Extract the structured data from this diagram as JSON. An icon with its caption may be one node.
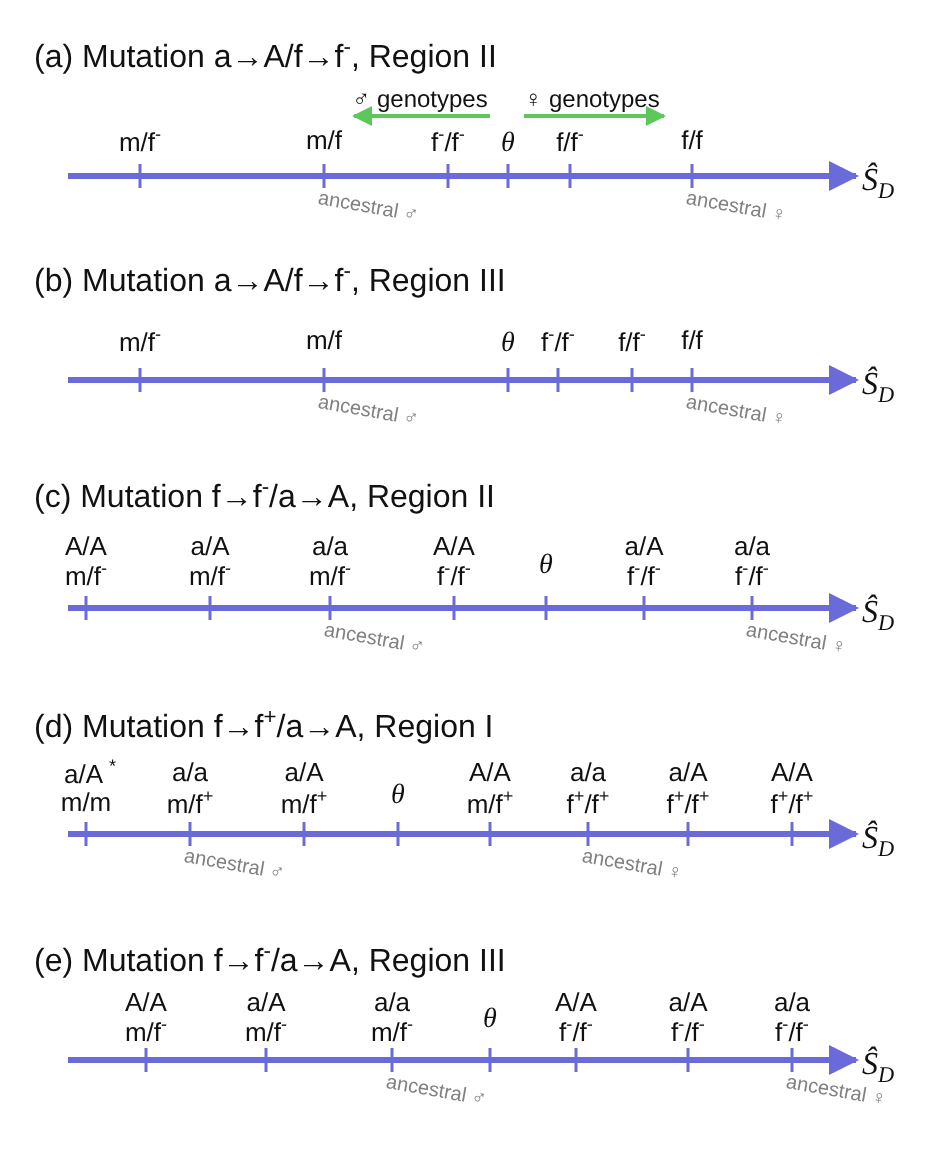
{
  "diagram": {
    "labels": [
      "(a) Mutation a→A/f→f$^{-}$, Region II",
      "♂ genotypes",
      "♀ genotypes",
      "m/f$^{-}$",
      "m/f",
      "f$^{-}$/f$^{-}$",
      "θ",
      "f/f$^{-}$",
      "f/f",
      "Ŝ$_{D}$",
      "ancestral ♂",
      "ancestral ♀",
      "(b) Mutation a→A/f→f$^{-}$, Region III",
      "m/f$^{-}$",
      "m/f",
      "θ",
      "f$^{-}$/f$^{-}$",
      "f/f$^{-}$",
      "f/f",
      "Ŝ$_{D}$",
      "ancestral ♂",
      "ancestral ♀",
      "(c) Mutation f→f$^{-}$/a→A, Region II",
      "A/A",
      "a/A",
      "a/a",
      "A/A",
      "θ",
      "a/A",
      "a/a",
      "m/f$^{-}$",
      "m/f$^{-}$",
      "m/f$^{-}$",
      "f$^{-}$/f$^{-}$",
      "f$^{-}$/f$^{-}$",
      "f$^{-}$/f$^{-}$",
      "Ŝ$_{D}$",
      "ancestral ♂",
      "ancestral ♀",
      "(d) Mutation f→f$^{+}$/a→A, Region I",
      "a/A $^{*}$",
      "a/a",
      "a/A",
      "θ",
      "A/A",
      "a/a",
      "a/A",
      "A/A",
      "m/m",
      "m/f$^{+}$",
      "m/f$^{+}$",
      "m/f$^{+}$",
      "f$^{+}$/f$^{+}$",
      "f$^{+}$/f$^{+}$",
      "f$^{+}$/f$^{+}$",
      "Ŝ$_{D}$",
      "ancestral ♂",
      "ancestral ♀",
      "(e) Mutation f→f$^{-}$/a→A, Region III",
      "A/A",
      "a/A",
      "a/a",
      "θ",
      "A/A",
      "a/A",
      "a/a",
      "m/f$^{-}$",
      "m/f$^{-}$",
      "m/f$^{-}$",
      "f$^{-}$/f$^{-}$",
      "f$^{-}$/f$^{-}$",
      "f$^{-}$/f$^{-}$",
      "Ŝ$_{D}$",
      "ancestral ♂",
      "ancestral ♀"
    ]
  }
}
